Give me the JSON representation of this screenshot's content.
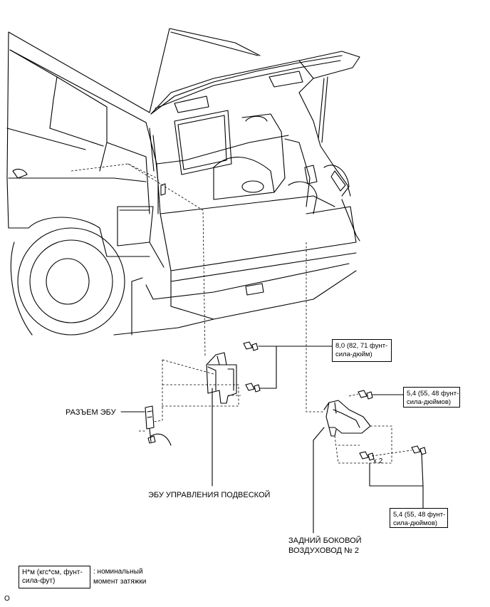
{
  "labels": {
    "ecu_connector": "РАЗЪЕМ ЭБУ",
    "ecu": "ЭБУ УПРАВЛЕНИЯ ПОДВЕСКОЙ",
    "duct_line1": "ЗАДНИЙ БОКОВОЙ",
    "duct_line2": "ВОЗДУХОВОД № 2",
    "multiplier": "x 2",
    "corner_code": "O"
  },
  "torque": {
    "ecu_bolts": {
      "line1": "8,0 (82, 71 фунт-",
      "line2": "сила-дюйм)"
    },
    "duct_upper": {
      "line1": "5,4 (55, 48 фунт-",
      "line2": "сила-дюймов)"
    },
    "duct_lower": {
      "line1": "5,4 (55, 48 фунт-",
      "line2": "сила-дюймов)"
    }
  },
  "legend": {
    "unit_line1": "Н*м (кгс*см, фунт-",
    "unit_line2": "сила-фут)",
    "desc_line1": ": номинальный",
    "desc_line2": "момент затяжки"
  }
}
